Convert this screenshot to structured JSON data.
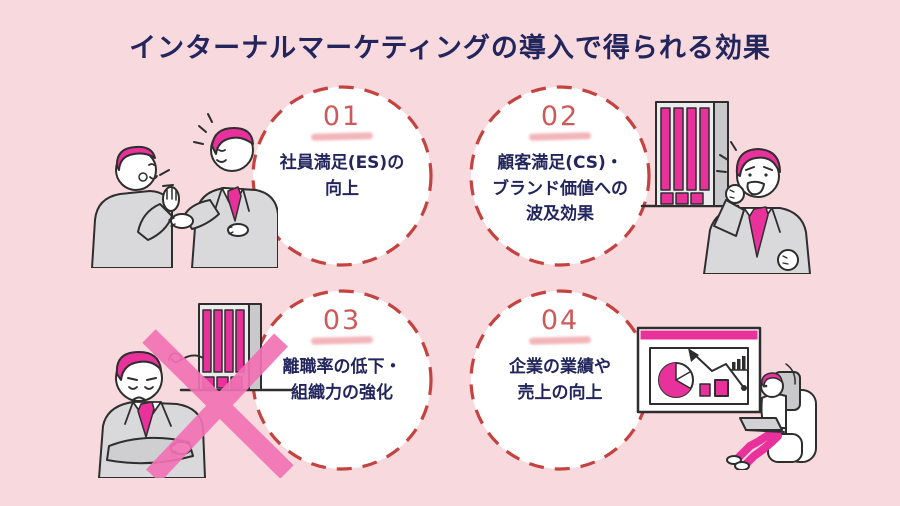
{
  "header": {
    "title": "インターナルマーケティングの導入で得られる効果"
  },
  "items": [
    {
      "number": "01",
      "label": "社員満足(ES)の\n向上"
    },
    {
      "number": "02",
      "label": "顧客満足(CS)・\nブランド価値への\n波及効果"
    },
    {
      "number": "03",
      "label": "離職率の低下・\n組織力の強化"
    },
    {
      "number": "04",
      "label": "企業の業績や\n売上の向上"
    }
  ],
  "illustrations": [
    {
      "name": "two-businessmen-conversation-illustration"
    },
    {
      "name": "office-building-cheering-businessman-illustration"
    },
    {
      "name": "sad-employee-crossed-out-building-illustration"
    },
    {
      "name": "presentation-charts-person-laptop-illustration"
    }
  ],
  "colors": {
    "background": "#f8d9de",
    "circle_fill": "#ffffff",
    "circle_dashed_border": "#c4423f",
    "number_red": "#cd5a5a",
    "number_underline_pink": "#f2b5ba",
    "text_navy": "#23265c",
    "accent_magenta": "#e9319b",
    "cross_mark_pink": "#f272b4",
    "suit_gray": "#d9d9db"
  }
}
